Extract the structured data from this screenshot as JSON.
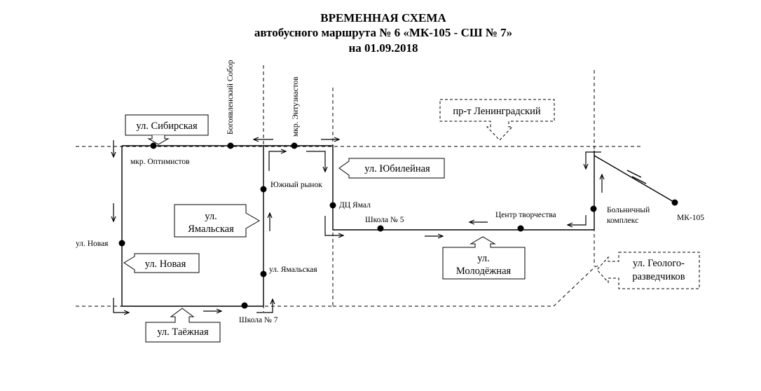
{
  "title": {
    "line1": "ВРЕМЕННАЯ СХЕМА",
    "line2": "автобусного маршрута № 6 «МК-105 - СШ № 7»",
    "line3": "на 01.09.2018"
  },
  "streets": {
    "sibirskaya": "ул. Сибирская",
    "yubileynaya": "ул. Юбилейная",
    "yamalskaya_1": "ул.",
    "yamalskaya_2": "Ямальская",
    "novaya": "ул. Новая",
    "taezhnaya": "ул. Таёжная",
    "molodezhnaya_1": "ул.",
    "molodezhnaya_2": "Молодёжная",
    "leningradsky": "пр-т Ленинградский",
    "geologo_1": "ул. Геолого-",
    "geologo_2": "разведчиков"
  },
  "stops": {
    "optimistov": "мкр. Оптимистов",
    "sobor": "Богоявленский Собор",
    "entuziastov": "мкр. Энтузиастов",
    "yuzhny_rynok": "Южный рынок",
    "dc_yamal": "ДЦ Ямал",
    "shkola5": "Школа № 5",
    "centr": "Центр творчества",
    "bolnichny_1": "Больничный",
    "bolnichny_2": "комплекс",
    "mk105": "МК-105",
    "novaya_stop": "ул. Новая",
    "yamalskaya_stop": "ул. Ямальская",
    "shkola7": "Школа № 7"
  }
}
